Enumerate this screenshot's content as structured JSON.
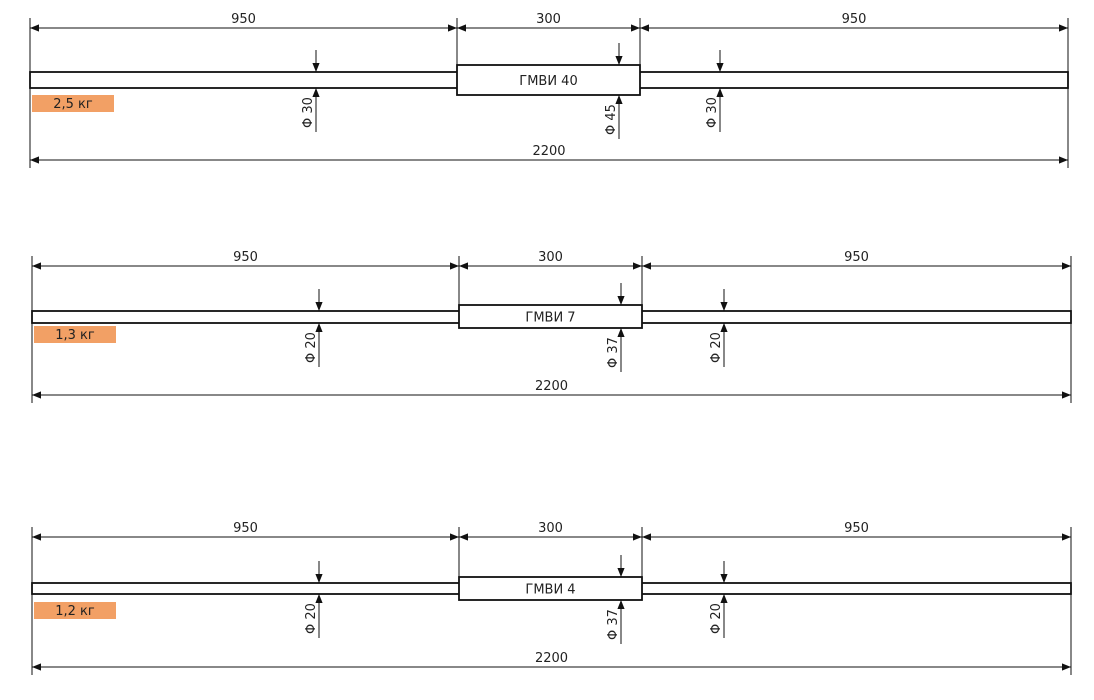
{
  "title": "Rod drawings",
  "colors": {
    "weight_badge": "#f2a065",
    "line": "#111111"
  },
  "drawings": [
    {
      "left_length": "950",
      "middle_length": "300",
      "right_length": "950",
      "total_length": "2200",
      "box_label": "ГМВИ 40",
      "rod_diameter_left": "Φ 30",
      "box_diameter": "Φ 45",
      "rod_diameter_right": "Φ 30",
      "weight": "2,5 кг"
    },
    {
      "left_length": "950",
      "middle_length": "300",
      "right_length": "950",
      "total_length": "2200",
      "box_label": "ГМВИ 7",
      "rod_diameter_left": "Φ 20",
      "box_diameter": "Φ 37",
      "rod_diameter_right": "Φ 20",
      "weight": "1,3 кг"
    },
    {
      "left_length": "950",
      "middle_length": "300",
      "right_length": "950",
      "total_length": "2200",
      "box_label": "ГМВИ 4",
      "rod_diameter_left": "Φ 20",
      "box_diameter": "Φ 37",
      "rod_diameter_right": "Φ 20",
      "weight": "1,2 кг"
    }
  ]
}
